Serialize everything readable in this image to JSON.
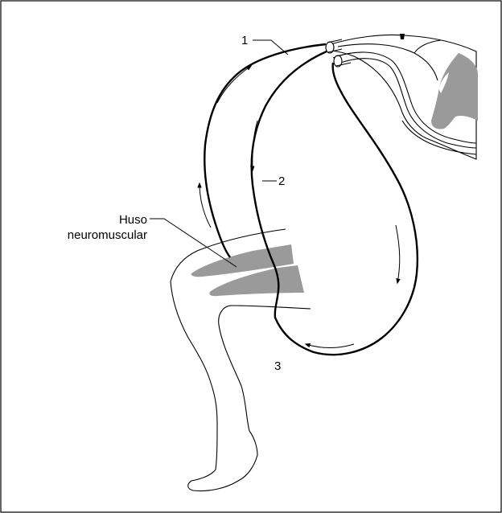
{
  "labels": {
    "one": "1",
    "two": "2",
    "three": "3",
    "spindle_line1": "Huso",
    "spindle_line2": "neuromuscular"
  },
  "colors": {
    "ink": "#000000",
    "muscle": "#9a9a9a",
    "background": "#ffffff",
    "frame": "#000000"
  }
}
